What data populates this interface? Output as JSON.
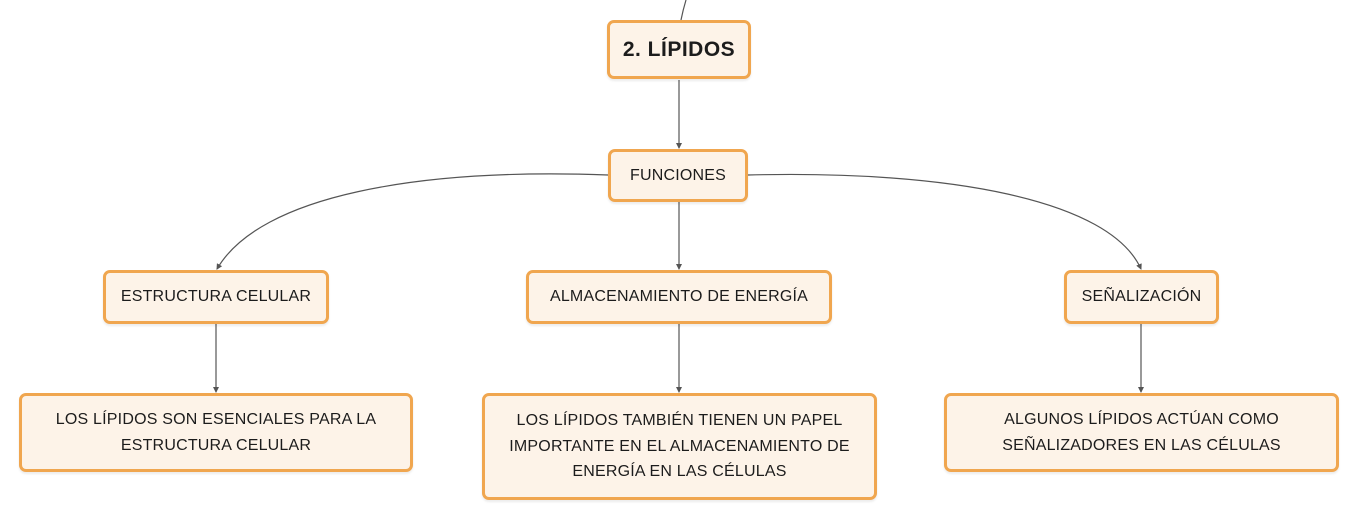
{
  "diagram": {
    "title": "2. LÍPIDOS",
    "functions_label": "FUNCIONES",
    "branches": [
      {
        "label": "ESTRUCTURA CELULAR",
        "description": "LOS LÍPIDOS SON ESENCIALES PARA LA ESTRUCTURA CELULAR"
      },
      {
        "label": "ALMACENAMIENTO DE ENERGÍA",
        "description": "LOS LÍPIDOS TAMBIÉN TIENEN UN PAPEL IMPORTANTE EN EL ALMACENAMIENTO DE ENERGÍA EN LAS CÉLULAS"
      },
      {
        "label": "SEÑALIZACIÓN",
        "description": "ALGUNOS LÍPIDOS ACTÚAN COMO SEÑALIZADORES EN LAS CÉLULAS"
      }
    ]
  },
  "colors": {
    "node_fill": "#fdf3e8",
    "node_border": "#f0a64f",
    "connector": "#555555",
    "text": "#1c1c1c"
  }
}
